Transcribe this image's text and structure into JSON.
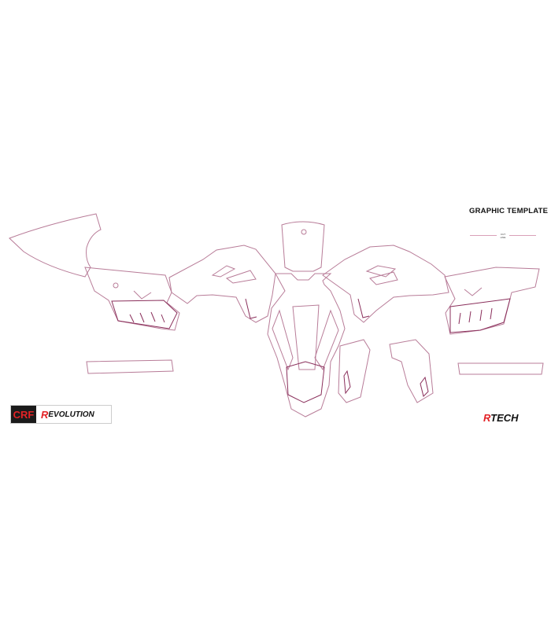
{
  "header": {
    "title": "GRAPHIC TEMPLATE",
    "cut_line_label": "CUT LINE"
  },
  "logos": {
    "crf_revolution": {
      "badge": "CRF",
      "initial": "R",
      "wordmark": "EVOLUTION"
    },
    "rtech": {
      "initial": "R",
      "wordmark": "TECH"
    }
  },
  "colors": {
    "cut_line": "#b87c98",
    "accent_red": "#e32226",
    "logo_dark": "#1b1b1b"
  }
}
